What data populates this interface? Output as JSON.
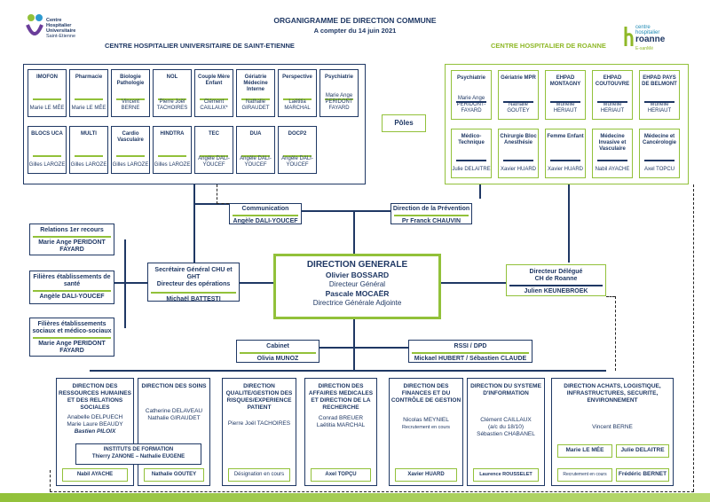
{
  "header": {
    "title": "ORGANIGRAMME DE DIRECTION COMMUNE",
    "subtitle": "A compter du 14 juin 2021",
    "left_org": "CENTRE HOSPITALIER UNIVERSITAIRE DE SAINT-ETIENNE",
    "right_org": "CENTRE HOSPITALIER DE ROANNE",
    "logo_left_lines": [
      "Centre",
      "Hospitalier",
      "Universitaire",
      "Saint-Etienne"
    ],
    "logo_right_lines": [
      "centre",
      "hospitalier",
      "roanne",
      "E-sanMé"
    ]
  },
  "poles_label": "Pôles",
  "chu_poles_row1": [
    {
      "title": "IMOFON",
      "name": "Marie LE MÉE"
    },
    {
      "title": "Pharmacie",
      "name": "Marie LE MÉE"
    },
    {
      "title": "Biologie Pathologie",
      "name": "Vincent BERNE"
    },
    {
      "title": "NOL",
      "name": "Pierre Joël TACHOIRES"
    },
    {
      "title": "Couple Mère Enfant",
      "name": "Clément CAILLAUX*"
    },
    {
      "title": "Gériatrie Médecine Interne",
      "name": "Nathalie GIRAUDET"
    },
    {
      "title": "Perspective",
      "name": "Laëtitia MARCHAL"
    },
    {
      "title": "Psychiatrie",
      "name": "Marie Ange PERIDONT FAYARD"
    }
  ],
  "chu_poles_row2": [
    {
      "title": "BLOCS UCA",
      "name": "Gilles LAROZE"
    },
    {
      "title": "MULTI",
      "name": "Gilles LAROZE"
    },
    {
      "title": "Cardio Vasculaire",
      "name": "Gilles LAROZE"
    },
    {
      "title": "HINDTRA",
      "name": "Gilles LAROZE"
    },
    {
      "title": "TEC",
      "name": "Angèle DALI-YOUCEF"
    },
    {
      "title": "DUA",
      "name": "Angèle DALI-YOUCEF"
    },
    {
      "title": "DOCP2",
      "name": "Angèle DALI-YOUCEF"
    }
  ],
  "roanne_poles_row1": [
    {
      "title": "Psychiatrie",
      "name": "Marie Ange PERIDONT-FAYARD"
    },
    {
      "title": "Gériatrie MPR",
      "name": "Nathalie GOUTEY"
    },
    {
      "title": "EHPAD MONTAGNY",
      "name": "Murielle HERIAUT"
    },
    {
      "title": "EHPAD COUTOUVRE",
      "name": "Murielle HERIAUT"
    },
    {
      "title": "EHPAD PAYS DE BELMONT",
      "name": "Murielle HERIAUT"
    }
  ],
  "roanne_poles_row2": [
    {
      "title": "Médico-Technique",
      "name": "Julie DELAITRE"
    },
    {
      "title": "Chirurgie Bloc Anesthésie",
      "name": "Xavier HUARD"
    },
    {
      "title": "Femme Enfant",
      "name": "Xavier HUARD"
    },
    {
      "title": "Médecine Invasive et Vasculaire",
      "name": "Nabil AYACHE"
    },
    {
      "title": "Médecine et Cancérologie",
      "name": "Axel TOPCU"
    }
  ],
  "communication": {
    "title": "Communication",
    "name": "Angèle DALI-YOUCEF"
  },
  "prevention": {
    "title": "Direction de la Prévention",
    "name": "Pr Franck CHAUVIN"
  },
  "left_side": [
    {
      "title": "Relations 1er recours",
      "name": "Marie Ange PERIDONT FAYARD"
    },
    {
      "title": "Filières établissements de santé",
      "name": "Angèle DALI-YOUCEF"
    },
    {
      "title": "Filières établissements sociaux et médico-sociaux",
      "name": "Marie Ange PERIDONT FAYARD"
    }
  ],
  "secretaire": {
    "title1": "Secrétaire Général CHU et GHT",
    "title2": "Directeur des opérations",
    "name": "Michaël BATTESTI"
  },
  "dg": {
    "title": "DIRECTION GENERALE",
    "name1": "Olivier BOSSARD",
    "role1": "Directeur Général",
    "name2": "Pascale MOCAËR",
    "role2": "Directrice Générale Adjointe"
  },
  "delegue": {
    "title1": "Directeur Délégué",
    "title2": "CH de Roanne",
    "name": "Julien KEUNEBROEK"
  },
  "cabinet": {
    "title": "Cabinet",
    "name": "Olivia MUNOZ"
  },
  "rssi": {
    "title": "RSSI / DPD",
    "name": "Mickael HUBERT / Sébastien CLAUDE"
  },
  "directions": [
    {
      "title": "DIRECTION DES RESSOURCES HUMAINES ET DES RELATIONS SOCIALES",
      "people": [
        "Anabelle DELPUECH",
        "Marie Laure BEAUDY",
        "Bastien PILOIX"
      ],
      "foot": "Nabil AYACHE"
    },
    {
      "title": "DIRECTION DES SOINS",
      "people": [
        "Catherine DELAVEAU",
        "Nathalie GIRAUDET"
      ],
      "foot": "Nathalie GOUTEY"
    },
    {
      "title": "DIRECTION QUALITE/GESTION DES RISQUES/EXPERIENCE PATIENT",
      "people": [
        "Pierre Joël TACHOIRES"
      ],
      "foot": "Désignation en cours"
    },
    {
      "title": "DIRECTION DES AFFAIRES MEDICALES ET DIRECTION DE LA RECHERCHE",
      "people": [
        "Conrad BREUER",
        "Laëtitia MARCHAL"
      ],
      "foot": "Axel TOPÇU"
    },
    {
      "title": "DIRECTION DES FINANCES ET DU CONTRÔLE DE GESTION",
      "people": [
        "Nicolas MEYNIEL",
        "Recrutement en cours"
      ],
      "foot": "Xavier HUARD"
    },
    {
      "title": "DIRECTION DU SYSTEME D'INFORMATION",
      "people": [
        "Clément CAILLAUX",
        "(a/c du 18/10)",
        "Sébastien CHABANEL"
      ],
      "foot": "Laurence ROUSSELET"
    },
    {
      "title": "DIRECTION ACHATS, LOGISTIQUE, INFRASTRUCTURES, SECURITE, ENVIRONNEMENT",
      "people": [
        "Vincent BERNE"
      ],
      "foot_left": "Marie LE MÉE",
      "foot_right": "Julie DELAITRE",
      "foot_left2": "Recrutement en cours",
      "foot_right2": "Frédéric BERNET"
    }
  ],
  "instituts": {
    "title": "INSTITUTS DE FORMATION",
    "names": "Thierry ZANONE – Nathalie EUGENE"
  }
}
